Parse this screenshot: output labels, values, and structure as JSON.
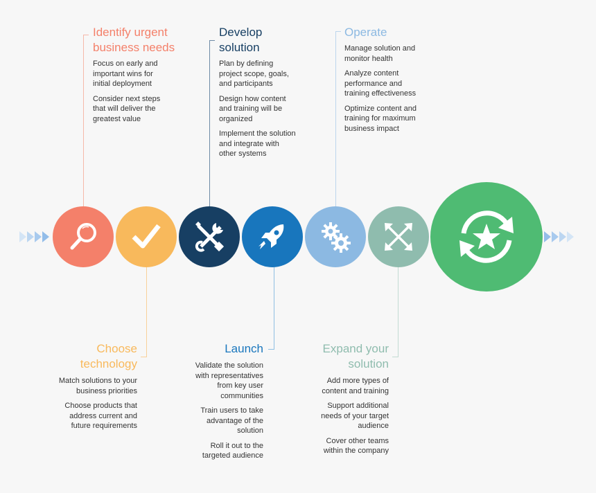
{
  "colors": {
    "identify": "#f4806a",
    "choose": "#f8b95c",
    "develop": "#173f63",
    "launch": "#1876bd",
    "operate": "#8cb9e2",
    "expand": "#8fbcae",
    "cycle": "#4fbb73",
    "arrows": "#9ec3ea"
  },
  "stages": {
    "identify": {
      "title": "Identify urgent\nbusiness needs",
      "icon": "magnifier-icon",
      "items": [
        "Focus on early and\nimportant wins for\ninitial deployment",
        "Consider next steps\nthat will deliver the\ngreatest value"
      ]
    },
    "choose": {
      "title": "Choose\ntechnology",
      "icon": "checkmark-icon",
      "items": [
        "Match solutions to your\nbusiness priorities",
        "Choose products that\naddress current and\nfuture requirements"
      ]
    },
    "develop": {
      "title": "Develop\nsolution",
      "icon": "tools-icon",
      "items": [
        "Plan by defining\nproject scope, goals,\nand participants",
        "Design how content\nand training will be\norganized",
        "Implement the solution\nand integrate with\nother systems"
      ]
    },
    "launch": {
      "title": "Launch",
      "icon": "rocket-icon",
      "items": [
        "Validate the solution\nwith representatives\nfrom key user\ncommunities",
        "Train users to take\nadvantage of the\nsolution",
        "Roll it out to the\ntargeted audience"
      ]
    },
    "operate": {
      "title": "Operate",
      "icon": "gears-icon",
      "items": [
        "Manage solution and\nmonitor health",
        "Analyze content\nperformance and\ntraining effectiveness",
        "Optimize content and\ntraining for maximum\nbusiness impact"
      ]
    },
    "expand": {
      "title": "Expand your\nsolution",
      "icon": "expand-arrows-icon",
      "items": [
        "Add more types of\ncontent and training",
        "Support additional\nneeds of your target\naudience",
        "Cover other teams\nwithin the company"
      ]
    },
    "cycle": {
      "icon": "refresh-star-icon"
    }
  }
}
